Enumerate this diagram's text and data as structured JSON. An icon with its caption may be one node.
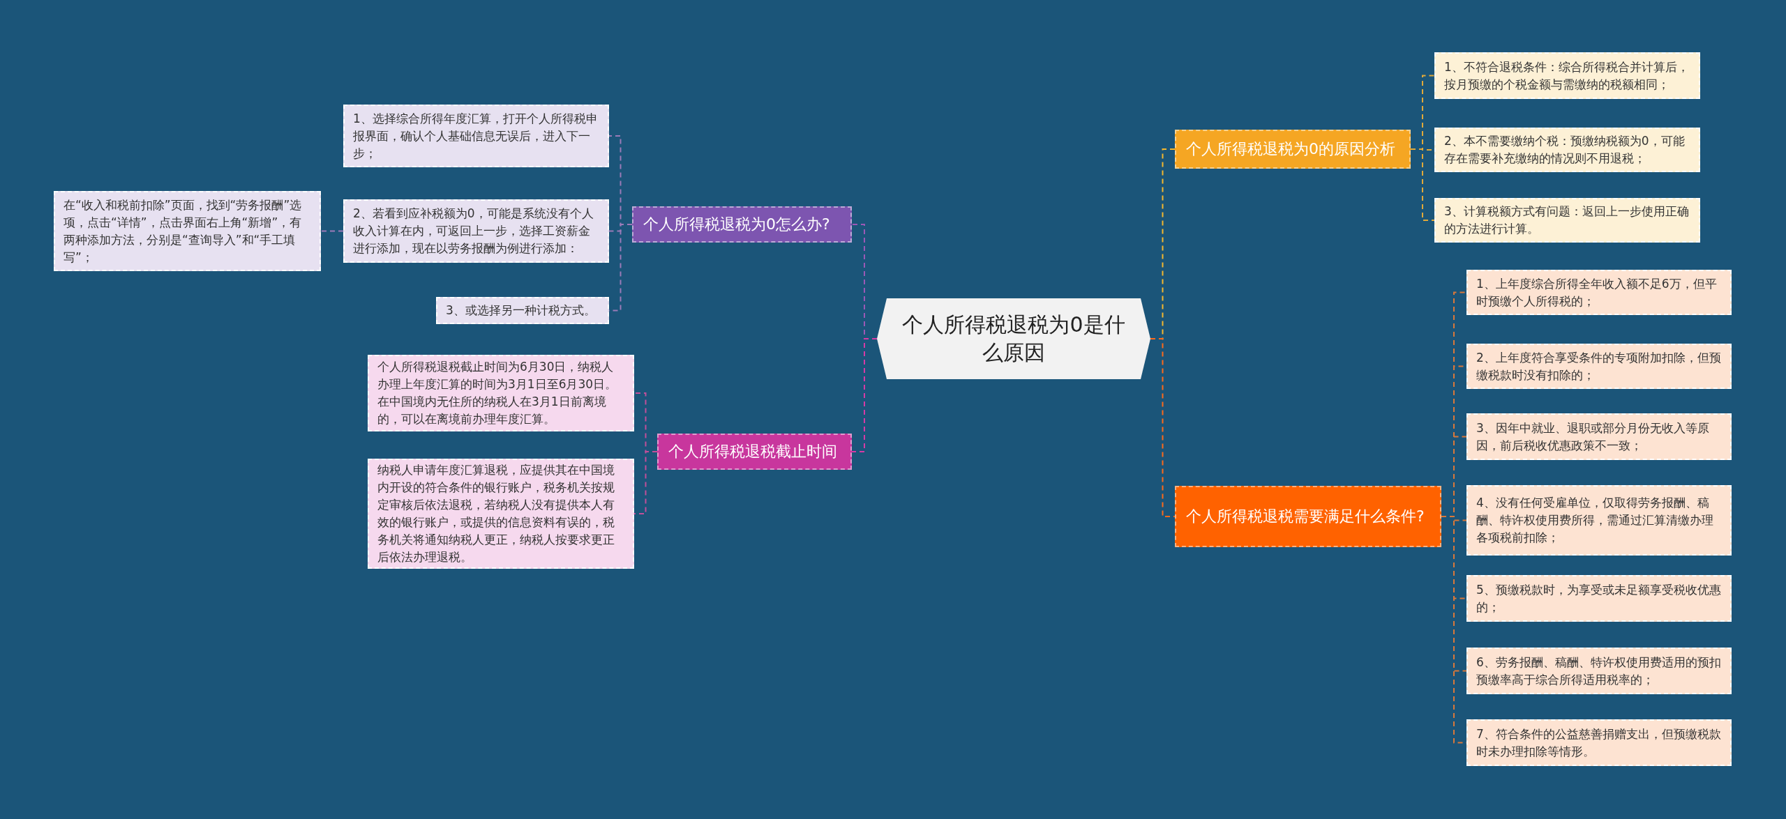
{
  "diagram": {
    "nodes": [
      {
        "text": [
          "个人所得税退税为0是什么原因"
        ]
      },
      {
        "text": [
          "个人所得税退税为0怎么办?"
        ]
      },
      {
        "text": [
          "1、选择综合所得年度汇算，打开个人所得税申报界面，确认个人基础信息无误后，进入下一步；"
        ]
      },
      {
        "text": [
          "2、若看到应补税额为0，可能是系统没有个人收入计算在内，可返回上一步，选择工资薪金进行添加，现在以劳务报酬为例进行添加："
        ]
      },
      {
        "text": [
          "在“收入和税前扣除”页面，找到“劳务报酬”选项，点击“详情”，点击界面右上角“新增”，有两种添加方法，分别是“查询导入”和“手工填写”；"
        ]
      },
      {
        "text": [
          "3、或选择另一种计税方式。"
        ]
      },
      {
        "text": [
          "个人所得税退税截止时间"
        ]
      },
      {
        "text": [
          "个人所得税退税截止时间为6月30日，纳税人办理上年度汇算的时间为3月1日至6月30日。在中国境内无住所的纳税人在3月1日前离境的，可以在离境前办理年度汇算。"
        ]
      },
      {
        "text": [
          "纳税人申请年度汇算退税，应提供其在中国境内开设的符合条件的银行账户，税务机关按规定审核后依法退税，若纳税人没有提供本人有效的银行账户，或提供的信息资料有误的，税务机关将通知纳税人更正，纳税人按要求更正后依法办理退税。"
        ]
      },
      {
        "text": [
          "个人所得税退税为0的原因分析"
        ]
      },
      {
        "text": [
          "1、不符合退税条件：综合所得税合并计算后，按月预缴的个税金额与需缴纳的税额相同；"
        ]
      },
      {
        "text": [
          "2、本不需要缴纳个税：预缴纳税额为0，可能存在需要补充缴纳的情况则不用退税；"
        ]
      },
      {
        "text": [
          "3、计算税额方式有问题：返回上一步使用正确的方法进行计算。"
        ]
      },
      {
        "text": [
          "个人所得税退税需要满足什么条件?"
        ]
      },
      {
        "text": [
          "1、上年度综合所得全年收入额不足6万，但平时预缴个人所得税的；"
        ]
      },
      {
        "text": [
          "2、上年度符合享受条件的专项附加扣除，但预缴税款时没有扣除的；"
        ]
      },
      {
        "text": [
          "3、因年中就业、退职或部分月份无收入等原因，前后税收优惠政策不一致；"
        ]
      },
      {
        "text": [
          "4、没有任何受雇单位，仅取得劳务报酬、稿酬、特许权使用费所得，需通过汇算清缴办理各项税前扣除；"
        ]
      },
      {
        "text": [
          "5、预缴税款时，为享受或未足额享受税收优惠的；"
        ]
      },
      {
        "text": [
          "6、劳务报酬、稿酬、特许权使用费适用的预扣预缴率高于综合所得适用税率的；"
        ]
      },
      {
        "text": [
          "7、符合条件的公益慈善捐赠支出，但预缴税款时未办理扣除等情形。"
        ]
      }
    ],
    "edges": [
      {
        "from": 0,
        "to": 1,
        "arrow": "none",
        "color": "#9b59b6"
      },
      {
        "from": 0,
        "to": 6,
        "arrow": "none",
        "color": "#d63aa6"
      },
      {
        "from": 0,
        "to": 9,
        "arrow": "none",
        "color": "#f5b82e"
      },
      {
        "from": 0,
        "to": 13,
        "arrow": "none",
        "color": "#ff6a1a"
      },
      {
        "from": 1,
        "to": 2,
        "arrow": "none",
        "color": "#9b7bb8"
      },
      {
        "from": 1,
        "to": 3,
        "arrow": "none",
        "color": "#9b7bb8"
      },
      {
        "from": 1,
        "to": 5,
        "arrow": "none",
        "color": "#9b7bb8"
      },
      {
        "from": 3,
        "to": 4,
        "arrow": "none",
        "color": "#9b7bb8"
      },
      {
        "from": 6,
        "to": 7,
        "arrow": "none",
        "color": "#c24f9a"
      },
      {
        "from": 6,
        "to": 8,
        "arrow": "none",
        "color": "#c24f9a"
      },
      {
        "from": 9,
        "to": 10,
        "arrow": "none",
        "color": "#e0a93a"
      },
      {
        "from": 9,
        "to": 11,
        "arrow": "none",
        "color": "#e0a93a"
      },
      {
        "from": 9,
        "to": 12,
        "arrow": "none",
        "color": "#e0a93a"
      },
      {
        "from": 13,
        "to": 14,
        "arrow": "none",
        "color": "#d9783a"
      },
      {
        "from": 13,
        "to": 15,
        "arrow": "none",
        "color": "#d9783a"
      },
      {
        "from": 13,
        "to": 16,
        "arrow": "none",
        "color": "#d9783a"
      },
      {
        "from": 13,
        "to": 17,
        "arrow": "none",
        "color": "#d9783a"
      },
      {
        "from": 13,
        "to": 18,
        "arrow": "none",
        "color": "#d9783a"
      },
      {
        "from": 13,
        "to": 19,
        "arrow": "none",
        "color": "#d9783a"
      },
      {
        "from": 13,
        "to": 20,
        "arrow": "none",
        "color": "#d9783a"
      }
    ]
  }
}
